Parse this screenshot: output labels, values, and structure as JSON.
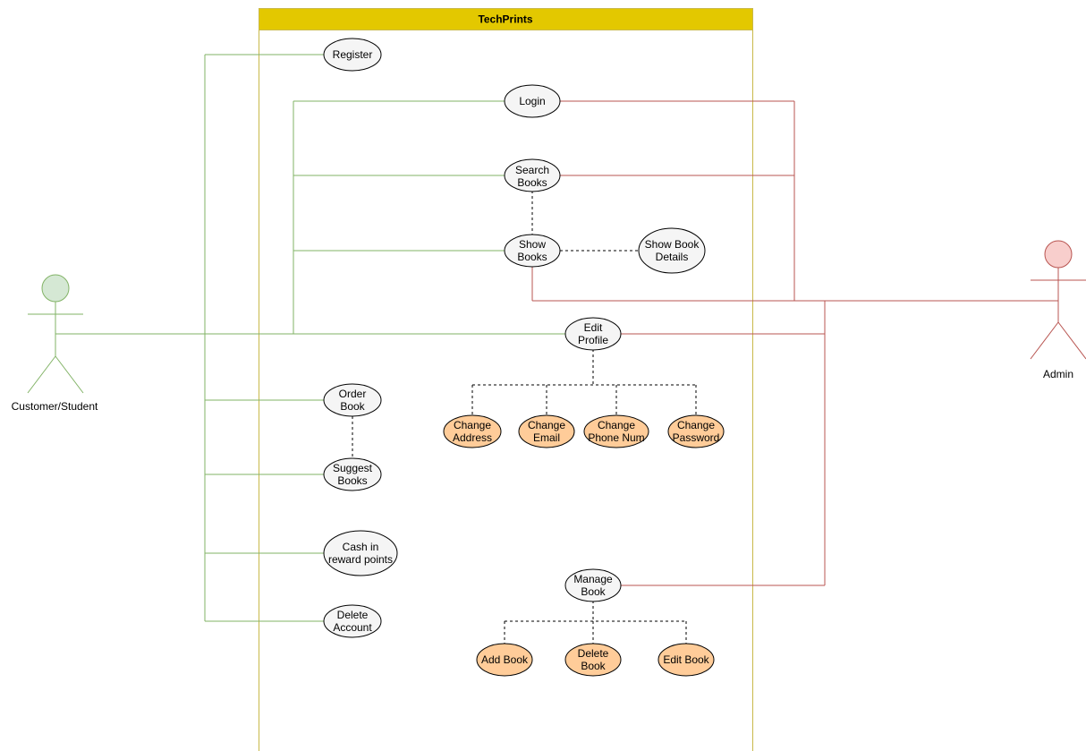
{
  "system": {
    "title": "TechPrints"
  },
  "actors": {
    "customer": {
      "label": "Customer/Student"
    },
    "admin": {
      "label": "Admin"
    }
  },
  "use_cases": {
    "register": [
      "Register"
    ],
    "login": [
      "Login"
    ],
    "search_books": [
      "Search",
      "Books"
    ],
    "show_books": [
      "Show",
      "Books"
    ],
    "show_book_details": [
      "Show Book",
      "Details"
    ],
    "edit_profile": [
      "Edit",
      "Profile"
    ],
    "change_address": [
      "Change",
      "Address"
    ],
    "change_email": [
      "Change",
      "Email"
    ],
    "change_phone": [
      "Change",
      "Phone Num"
    ],
    "change_password": [
      "Change",
      "Password"
    ],
    "order_book": [
      "Order",
      "Book"
    ],
    "suggest_books": [
      "Suggest",
      "Books"
    ],
    "cash_in": [
      "Cash in",
      "reward points"
    ],
    "delete_account": [
      "Delete",
      "Account"
    ],
    "manage_book": [
      "Manage",
      "Book"
    ],
    "add_book": [
      "Add Book"
    ],
    "delete_book": [
      "Delete",
      "Book"
    ],
    "edit_book": [
      "Edit Book"
    ]
  },
  "colors": {
    "system_header": "#e3c800",
    "system_border": "#c9b94a",
    "customer_line": "#82b366",
    "customer_fill": "#d5e8d4",
    "admin_line": "#b85450",
    "admin_fill": "#f8cecc",
    "use_case_fill": "#f5f5f5",
    "sub_use_case_fill": "#ffcc99"
  }
}
